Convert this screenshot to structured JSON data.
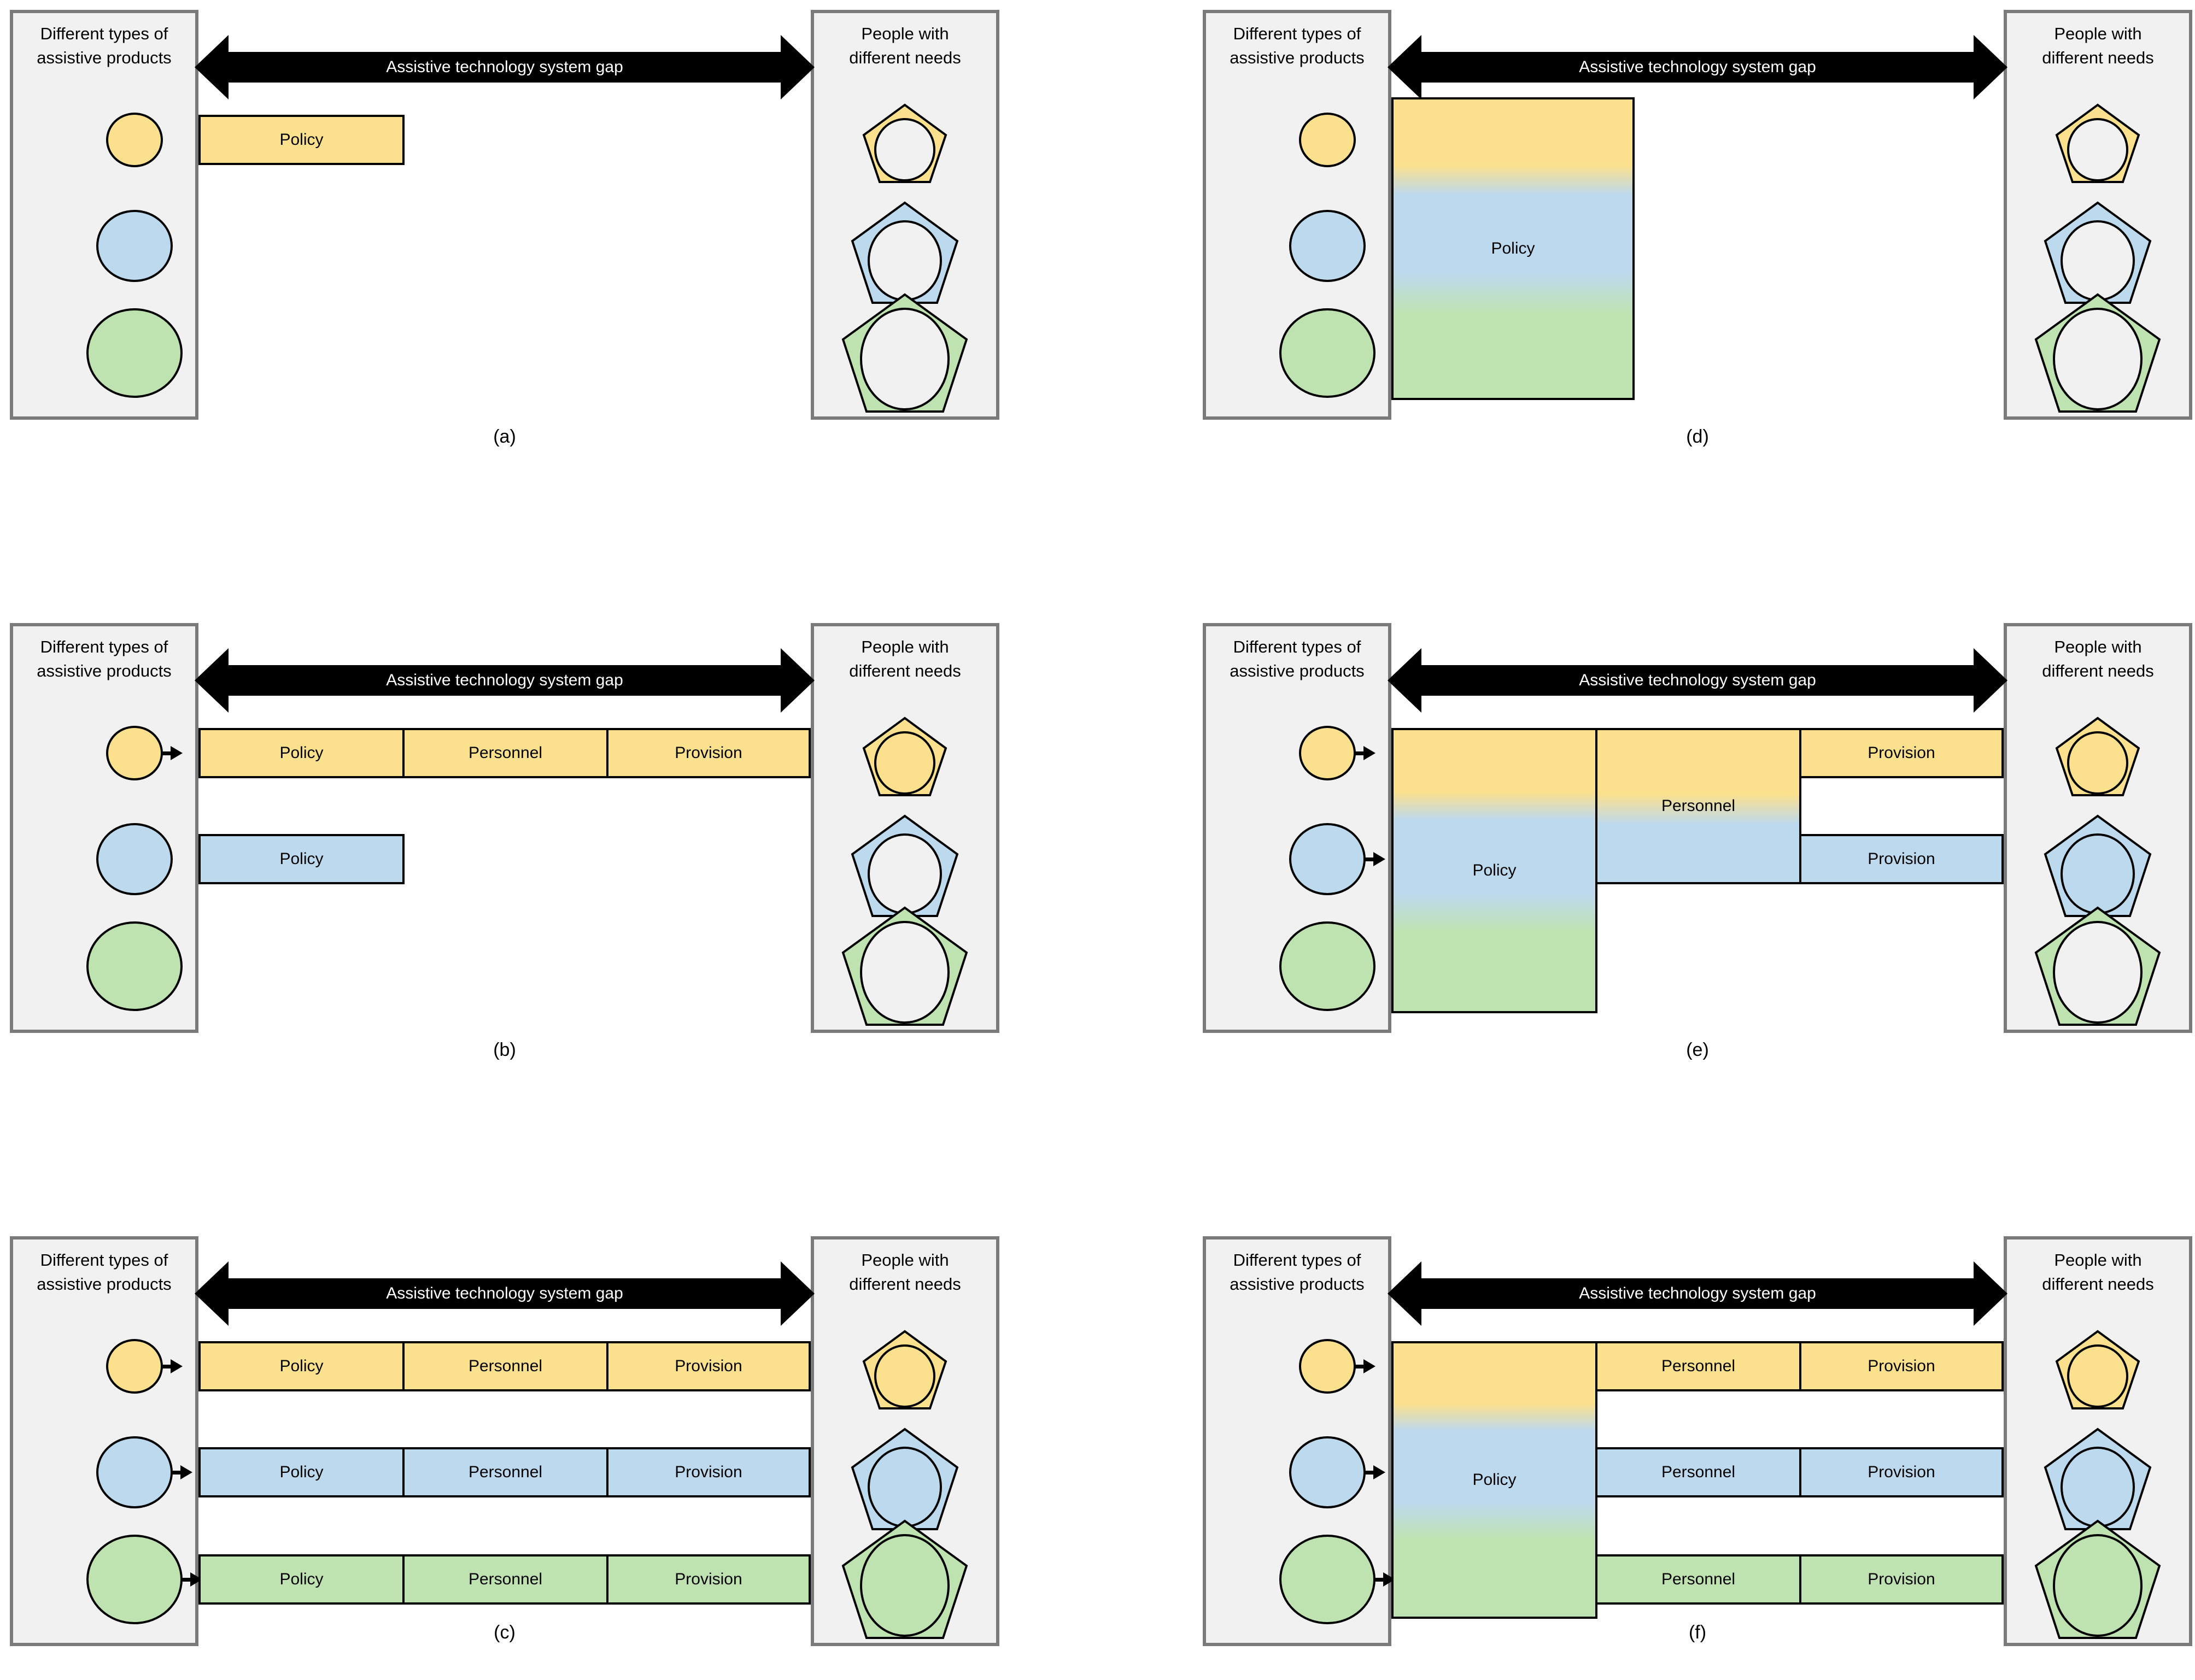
{
  "labels": {
    "products_title_line1": "Different types of",
    "products_title_line2": "assistive products",
    "needs_title_line1": "People with",
    "needs_title_line2": "different needs",
    "gap_arrow": "Assistive technology system gap",
    "policy": "Policy",
    "personnel": "Personnel",
    "provision": "Provision"
  },
  "colors": {
    "yellow": "#FBE08D",
    "blue": "#BDD9EE",
    "green": "#BEE2B0",
    "box_fill": "#F1F1F1",
    "box_border": "#7A7A7A",
    "arrow_black": "#000000",
    "bar_border": "#000000"
  },
  "panels": {
    "a": {
      "caption": "(a)",
      "bars": [
        {
          "row": "yellow",
          "segments": [
            "Policy"
          ]
        }
      ],
      "connected_products": [],
      "fulfilled_needs": []
    },
    "b": {
      "caption": "(b)",
      "bars": [
        {
          "row": "yellow",
          "segments": [
            "Policy",
            "Personnel",
            "Provision"
          ]
        },
        {
          "row": "blue",
          "segments": [
            "Policy"
          ]
        }
      ],
      "connected_products": [
        "yellow"
      ],
      "fulfilled_needs": [
        "yellow"
      ]
    },
    "c": {
      "caption": "(c)",
      "bars": [
        {
          "row": "yellow",
          "segments": [
            "Policy",
            "Personnel",
            "Provision"
          ]
        },
        {
          "row": "blue",
          "segments": [
            "Policy",
            "Personnel",
            "Provision"
          ]
        },
        {
          "row": "green",
          "segments": [
            "Policy",
            "Personnel",
            "Provision"
          ]
        }
      ],
      "connected_products": [
        "yellow",
        "blue",
        "green"
      ],
      "fulfilled_needs": [
        "yellow",
        "blue",
        "green"
      ]
    },
    "d": {
      "caption": "(d)",
      "blocks": [
        {
          "label": "Policy",
          "rows": [
            "yellow",
            "blue",
            "green"
          ],
          "gradient": true
        }
      ],
      "connected_products": [],
      "fulfilled_needs": []
    },
    "e": {
      "caption": "(e)",
      "blocks": [
        {
          "label": "Policy",
          "rows": [
            "yellow",
            "blue",
            "green"
          ],
          "gradient": true
        },
        {
          "label": "Personnel",
          "rows": [
            "yellow",
            "blue"
          ],
          "gradient": true
        }
      ],
      "bars": [
        {
          "row": "yellow",
          "segments": [
            "Provision"
          ]
        },
        {
          "row": "blue",
          "segments": [
            "Provision"
          ]
        }
      ],
      "connected_products": [
        "yellow",
        "blue"
      ],
      "fulfilled_needs": [
        "yellow",
        "blue"
      ]
    },
    "f": {
      "caption": "(f)",
      "blocks": [
        {
          "label": "Policy",
          "rows": [
            "yellow",
            "blue",
            "green"
          ],
          "gradient": true
        }
      ],
      "bars": [
        {
          "row": "yellow",
          "segments": [
            "Personnel",
            "Provision"
          ]
        },
        {
          "row": "blue",
          "segments": [
            "Personnel",
            "Provision"
          ]
        },
        {
          "row": "green",
          "segments": [
            "Personnel",
            "Provision"
          ]
        }
      ],
      "connected_products": [
        "yellow",
        "blue",
        "green"
      ],
      "fulfilled_needs": [
        "yellow",
        "blue",
        "green"
      ]
    }
  }
}
